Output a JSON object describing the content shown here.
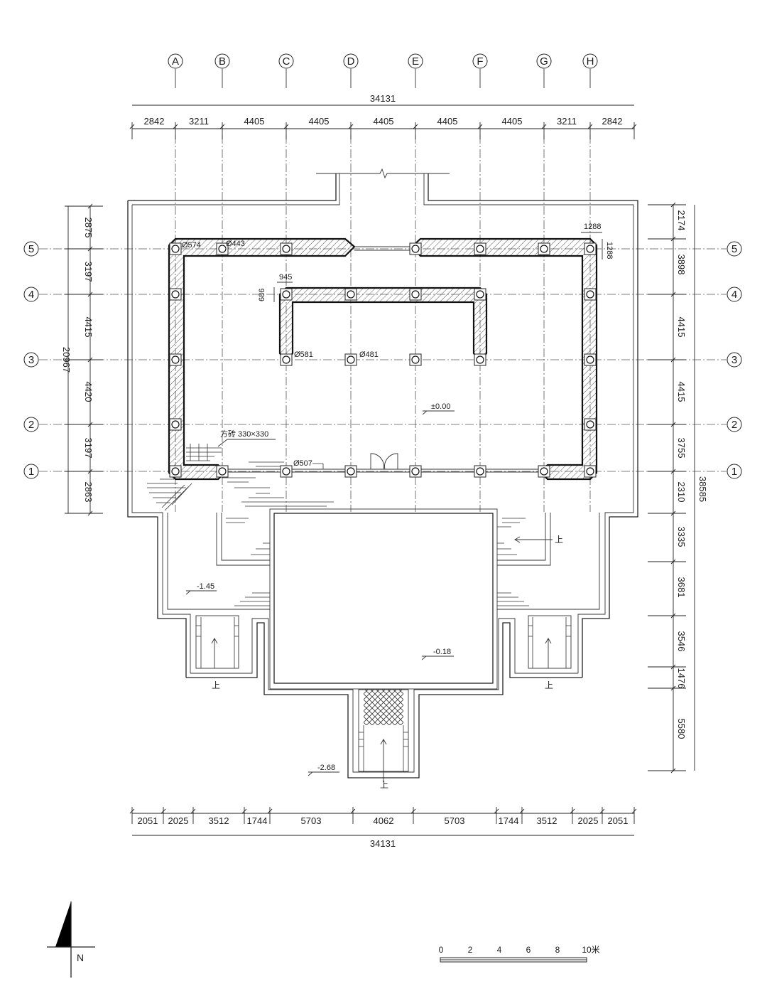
{
  "axes": {
    "columns": [
      "A",
      "B",
      "C",
      "D",
      "E",
      "F",
      "G",
      "H"
    ],
    "rows": [
      "1",
      "2",
      "3",
      "4",
      "5"
    ]
  },
  "dimensions": {
    "top_total": "34131",
    "top_segments": [
      "2842",
      "3211",
      "4405",
      "4405",
      "4405",
      "4405",
      "4405",
      "3211",
      "2842"
    ],
    "bottom_total": "34131",
    "bottom_segments": [
      "2051",
      "2025",
      "3512",
      "1744",
      "5703",
      "4062",
      "5703",
      "1744",
      "3512",
      "2025",
      "2051"
    ],
    "left_total": "20967",
    "left_segments": [
      "2875",
      "3197",
      "4415",
      "4420",
      "3197",
      "2863"
    ],
    "right_total": "38585",
    "right_segments": [
      "2174",
      "3898",
      "4415",
      "4415",
      "3755",
      "2310",
      "3335",
      "3681",
      "3546",
      "1476",
      "5580"
    ],
    "detail_1288_h": "1288",
    "detail_1288_v": "1288",
    "detail_945": "945",
    "detail_686": "686"
  },
  "annotations": {
    "d574": "Ø574",
    "d443": "Ø443",
    "d581": "Ø581",
    "d481": "Ø481",
    "d507": "Ø507",
    "brick": "方砖 330×330"
  },
  "levels": {
    "main": "±0.00",
    "side": "-1.45",
    "court": "-0.18",
    "low": "-2.68"
  },
  "stairs": {
    "up": "上"
  },
  "north": {
    "label": "N"
  },
  "scale": {
    "ticks": [
      "0",
      "2",
      "4",
      "6",
      "8",
      "10米"
    ]
  }
}
